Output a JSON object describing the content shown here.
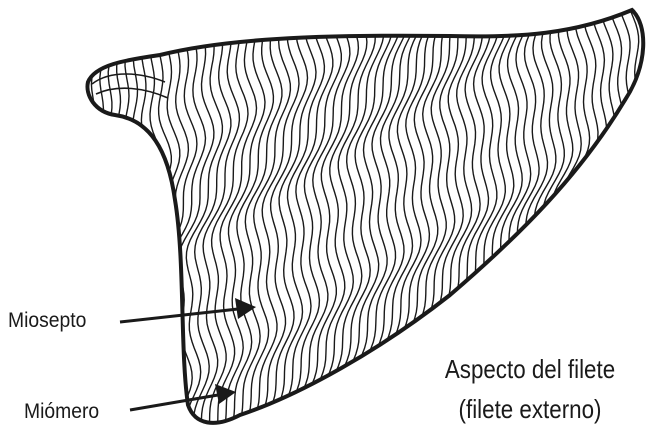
{
  "figure": {
    "labels": {
      "miosepto": "Miosepto",
      "miomero": "Miómero"
    },
    "title": {
      "line1": "Aspecto del filete",
      "line2": "(filete externo)"
    },
    "colors": {
      "ink": "#1a1a1a",
      "background": "#ffffff"
    }
  }
}
